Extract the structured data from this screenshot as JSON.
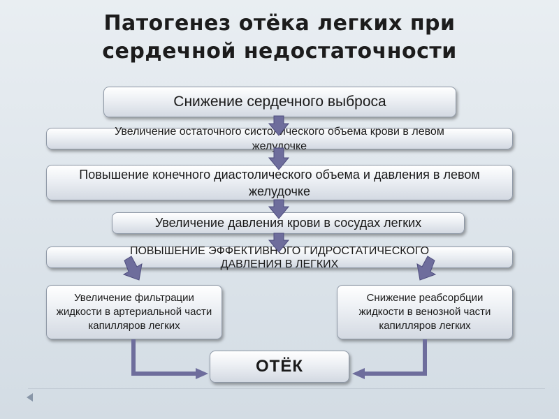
{
  "title": {
    "line1": "Патогенез отёка легких при",
    "line2": "сердечной недостаточности"
  },
  "boxes": {
    "cardiac_output": "Снижение сердечного выброса",
    "residual_volume": "Увеличение остаточного систолического объема крови в левом желудочке",
    "end_diastolic": "Повышение конечного диастолического объема и давления в левом желудочке",
    "lung_vessel_pressure": "Увеличение давления крови в сосудах легких",
    "hydrostatic_pressure": "ПОВЫШЕНИЕ ЭФФЕКТИВНОГО ГИДРОСТАТИЧЕСКОГО ДАВЛЕНИЯ В ЛЕГКИХ",
    "filtration": "Увеличение фильтрации жидкости в артериальной части капилляров легких",
    "reabsorption": "Снижение реабсорбции жидкости в венозной части капилляров легких",
    "edema": "ОТЁК"
  },
  "colors": {
    "arrow": "#6e6d9c",
    "arrow_outline": "#4f4e7e"
  },
  "icons": {
    "nav": "triangle-left-icon"
  }
}
